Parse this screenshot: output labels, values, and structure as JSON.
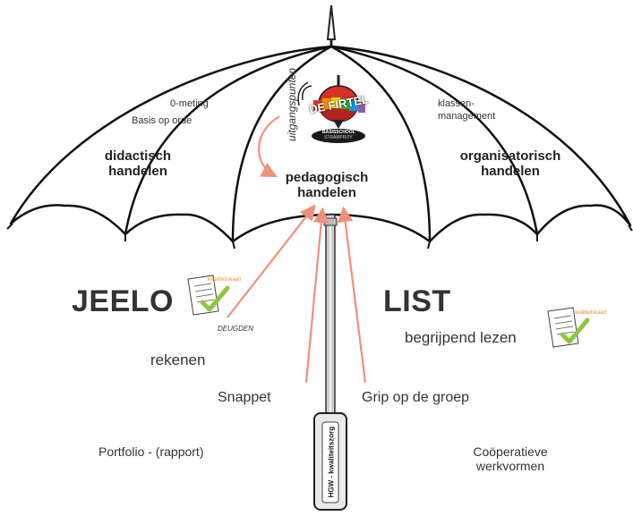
{
  "umbrella": {
    "panels": {
      "left": {
        "note1": "0-meting",
        "note2": "Basis op orde",
        "title_line1": "didactisch",
        "title_line2": "handelen"
      },
      "center": {
        "vertical_label": "uitgangspunten",
        "title_line1": "pedagogisch",
        "title_line2": "handelen"
      },
      "right": {
        "note1": "klassen-",
        "note2": "management",
        "title_line1": "organisatorisch",
        "title_line2": "handelen"
      }
    },
    "logo": {
      "top_text": "DE FIRTEL",
      "sub1": "BASISSCHOOL",
      "sub2": "STRAMPROY"
    },
    "handle_label": "HGW - kwaliteitszorg"
  },
  "labels": {
    "jeelo": "JEELO",
    "deugden": "DEUGDEN",
    "rekenen": "rekenen",
    "snappet": "Snappet",
    "portfolio": "Portfolio - (rapport)",
    "list": "LIST",
    "begrijpend": "begrijpend lezen",
    "grip": "Grip op de groep",
    "cooperatieve_line1": "Coöperatieve",
    "cooperatieve_line2": "werkvormen"
  },
  "stamps": {
    "left": "kwaliteitskaart",
    "right": "kwaliteitskaart"
  },
  "colors": {
    "arrow": "#f0907a",
    "accent_orange": "#e8912b",
    "check_green": "#8dc63f",
    "stroke": "#222222"
  }
}
